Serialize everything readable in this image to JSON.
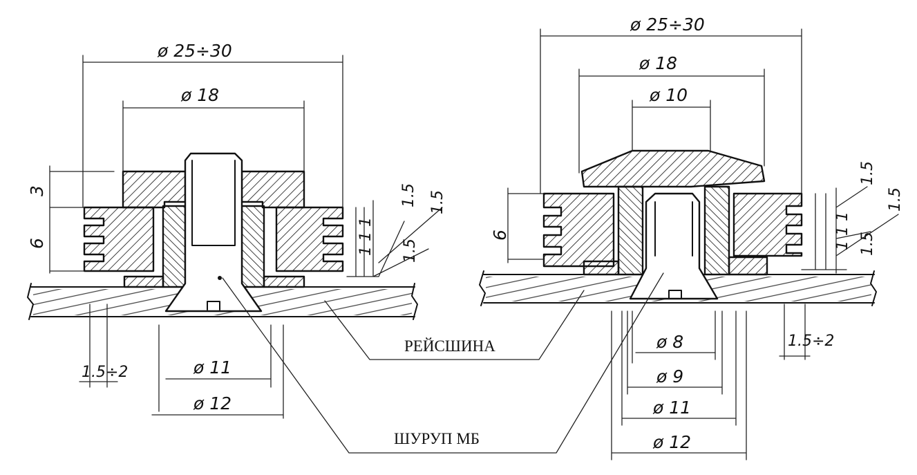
{
  "labels": {
    "rail": "РЕЙСШИНА",
    "screw": "ШУРУП МБ"
  },
  "left_view": {
    "d_outer": "ø 25÷30",
    "d_head": "ø 18",
    "d_shank": "ø 11",
    "d_base": "ø 12",
    "gap": "1.5÷2",
    "h_top": "3",
    "h_body": "6",
    "t1": "1.5",
    "t2": "1.5",
    "t3": "1.5",
    "ribs": "1 1 1"
  },
  "right_view": {
    "d_outer": "ø 25÷30",
    "d_head": "ø 18",
    "d_inner": "ø 10",
    "d_8": "ø 8",
    "d_9": "ø 9",
    "d_11": "ø 11",
    "d_12": "ø 12",
    "gap": "1.5÷2",
    "h_body": "6",
    "t1": "1.5",
    "t2": "1.5",
    "t3": "1.5",
    "ribs": "1 1 1"
  }
}
